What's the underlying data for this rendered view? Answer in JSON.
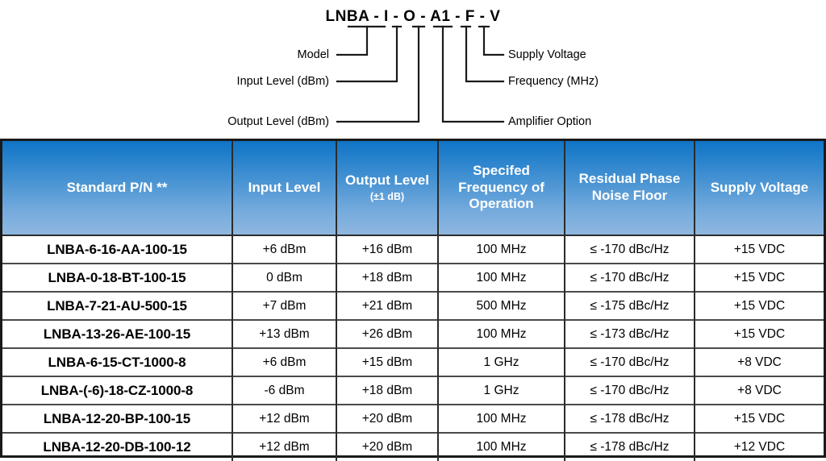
{
  "diagram": {
    "part_number_code": "LNBA - I - O - A1 - F - V",
    "callouts_left": [
      {
        "label": "Model"
      },
      {
        "label": "Input Level (dBm)"
      },
      {
        "label": "Output Level (dBm)"
      }
    ],
    "callouts_right": [
      {
        "label": "Supply Voltage"
      },
      {
        "label": "Frequency (MHz)"
      },
      {
        "label": "Amplifier Option"
      }
    ]
  },
  "table": {
    "columns": [
      {
        "title": "Standard P/N **",
        "sub": ""
      },
      {
        "title": "Input Level",
        "sub": ""
      },
      {
        "title": "Output Level",
        "sub": "(±1 dB)"
      },
      {
        "title": "Specifed Frequency of Operation",
        "sub": ""
      },
      {
        "title": "Residual Phase Noise Floor",
        "sub": ""
      },
      {
        "title": "Supply Voltage",
        "sub": ""
      }
    ],
    "rows": [
      {
        "part_number": "LNBA-6-16-AA-100-15",
        "input_level": "+6 dBm",
        "output_level": "+16 dBm",
        "frequency": "100 MHz",
        "phase_noise": "≤ -170 dBc/Hz",
        "supply_voltage": "+15 VDC"
      },
      {
        "part_number": "LNBA-0-18-BT-100-15",
        "input_level": "0 dBm",
        "output_level": "+18 dBm",
        "frequency": "100 MHz",
        "phase_noise": "≤ -170 dBc/Hz",
        "supply_voltage": "+15 VDC"
      },
      {
        "part_number": "LNBA-7-21-AU-500-15",
        "input_level": "+7 dBm",
        "output_level": "+21 dBm",
        "frequency": "500 MHz",
        "phase_noise": "≤ -175 dBc/Hz",
        "supply_voltage": "+15 VDC"
      },
      {
        "part_number": "LNBA-13-26-AE-100-15",
        "input_level": "+13 dBm",
        "output_level": "+26 dBm",
        "frequency": "100 MHz",
        "phase_noise": "≤ -173 dBc/Hz",
        "supply_voltage": "+15 VDC"
      },
      {
        "part_number": "LNBA-6-15-CT-1000-8",
        "input_level": "+6 dBm",
        "output_level": "+15 dBm",
        "frequency": "1 GHz",
        "phase_noise": "≤ -170 dBc/Hz",
        "supply_voltage": "+8 VDC"
      },
      {
        "part_number": "LNBA-(-6)-18-CZ-1000-8",
        "input_level": "-6 dBm",
        "output_level": "+18 dBm",
        "frequency": "1 GHz",
        "phase_noise": "≤ -170 dBc/Hz",
        "supply_voltage": "+8 VDC"
      },
      {
        "part_number": "LNBA-12-20-BP-100-15",
        "input_level": "+12 dBm",
        "output_level": "+20 dBm",
        "frequency": "100 MHz",
        "phase_noise": "≤ -178 dBc/Hz",
        "supply_voltage": "+15 VDC"
      },
      {
        "part_number": "LNBA-12-20-DB-100-12",
        "input_level": "+12 dBm",
        "output_level": "+20 dBm",
        "frequency": "100 MHz",
        "phase_noise": "≤ -178 dBc/Hz",
        "supply_voltage": "+12 VDC"
      }
    ]
  },
  "colors": {
    "header_gradient_top": "#0f74c6",
    "header_gradient_bottom": "#8fb7df",
    "border": "#1a1a1a",
    "text": "#000000",
    "header_text": "#ffffff"
  }
}
